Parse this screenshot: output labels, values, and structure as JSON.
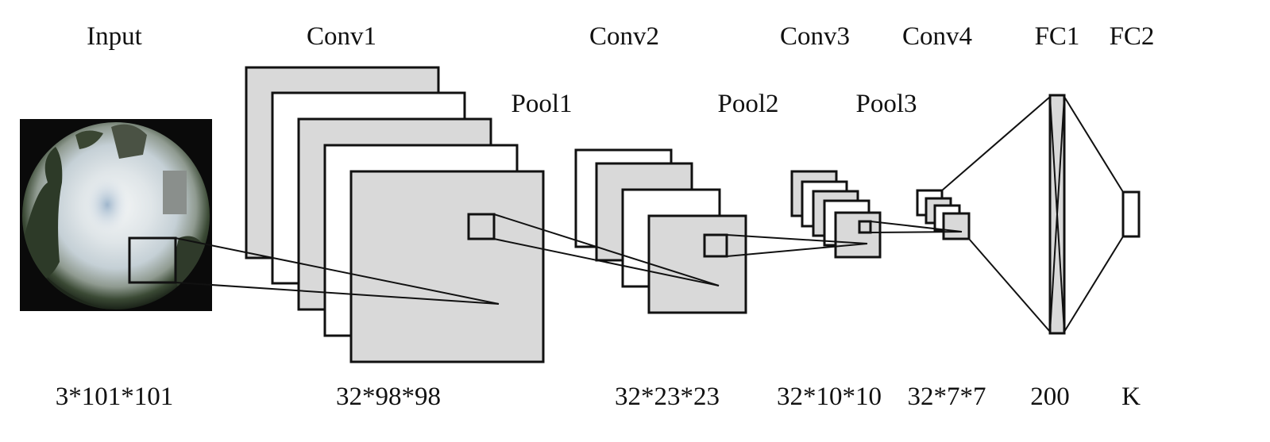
{
  "labels": {
    "top": {
      "input": "Input",
      "conv1": "Conv1",
      "conv2": "Conv2",
      "conv3": "Conv3",
      "conv4": "Conv4",
      "fc1": "FC1",
      "fc2": "FC2"
    },
    "pools": {
      "pool1": "Pool1",
      "pool2": "Pool2",
      "pool3": "Pool3"
    },
    "dims": {
      "input": "3*101*101",
      "conv1": "32*98*98",
      "conv2": "32*23*23",
      "conv3": "32*10*10",
      "conv4": "32*7*7",
      "fc1": "200",
      "fc2": "K"
    }
  },
  "colors": {
    "stroke": "#111111",
    "fill_gray": "#d9d9d9",
    "fill_white": "#ffffff",
    "photo_background": "#0a0a0a"
  }
}
